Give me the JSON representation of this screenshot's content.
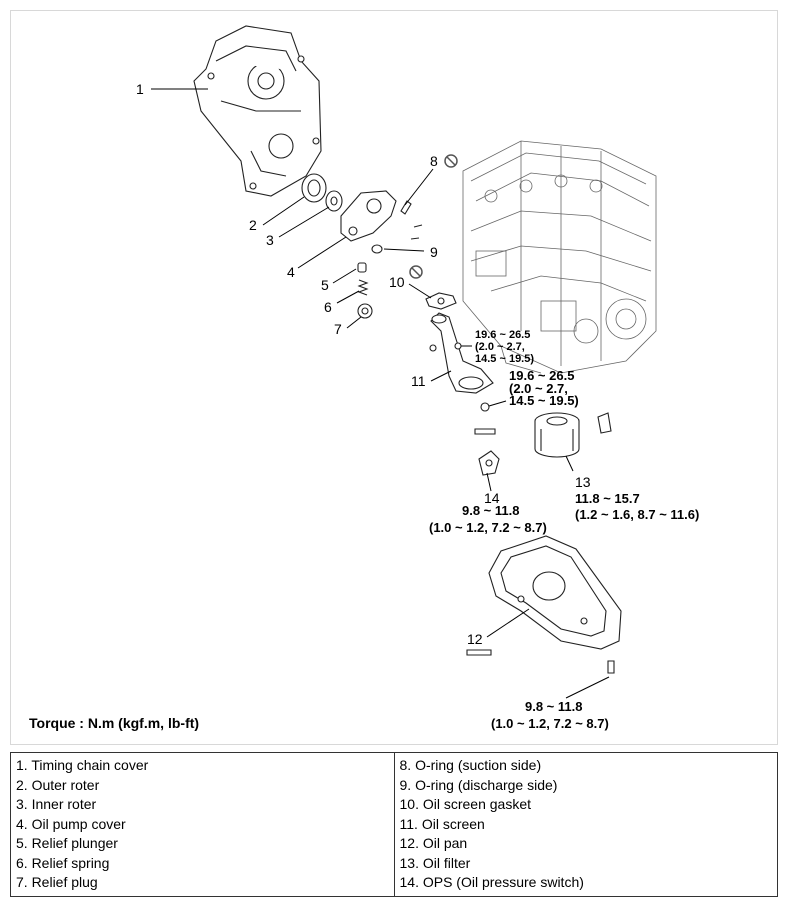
{
  "callouts": [
    "1",
    "2",
    "3",
    "4",
    "5",
    "6",
    "7",
    "8",
    "9",
    "10",
    "11",
    "12",
    "13",
    "14"
  ],
  "torque_specs": {
    "screen_bolt_a": {
      "line1": "19.6 ~ 26.5",
      "line2": "(2.0 ~ 2.7,",
      "line3": "14.5 ~ 19.5)"
    },
    "screen_bolt_b": {
      "line1": "19.6 ~ 26.5",
      "line2": "(2.0 ~ 2.7,",
      "line3": "14.5 ~ 19.5)"
    },
    "oil_filter": {
      "line1": "11.8 ~ 15.7",
      "line2": "(1.2 ~ 1.6, 8.7 ~ 11.6)"
    },
    "ops": {
      "line1": "9.8 ~ 11.8",
      "line2": "(1.0 ~ 1.2, 7.2 ~ 8.7)"
    },
    "oil_pan": {
      "line1": "9.8 ~ 11.8",
      "line2": "(1.0 ~ 1.2, 7.2 ~ 8.7)"
    }
  },
  "torque_unit_note": "Torque : N.m (kgf.m, lb-ft)",
  "legend": {
    "left": [
      "1. Timing chain cover",
      "2. Outer roter",
      "3. Inner roter",
      "4. Oil pump cover",
      "5. Relief plunger",
      "6. Relief spring",
      "7. Relief plug"
    ],
    "right": [
      "8. O-ring (suction side)",
      "9. O-ring (discharge side)",
      "10. Oil screen gasket",
      "11. Oil screen",
      "12. Oil pan",
      "13. Oil filter",
      "14. OPS (Oil pressure switch)"
    ]
  },
  "icons": {
    "do_not_reuse": "prohibition-circle-icon"
  }
}
